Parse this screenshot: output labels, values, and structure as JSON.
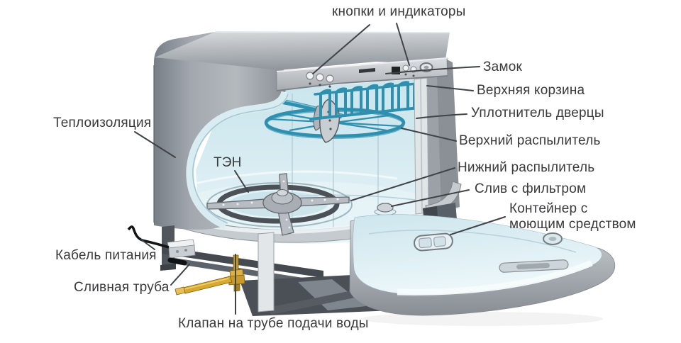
{
  "diagram": {
    "subject": "dishwasher-cutaway-parts-diagram",
    "labels": {
      "buttons_indicators": "кнопки и индикаторы",
      "lock": "Замок",
      "upper_basket": "Верхняя корзина",
      "door_seal": "Уплотнитель дверцы",
      "upper_sprayer": "Верхний распылитель",
      "lower_sprayer": "Нижний распылитель",
      "drain_filter": "Слив с фильтром",
      "detergent_container": "Контейнер с\nмоющим средством",
      "insulation": "Теплоизоляция",
      "heating_element": "ТЭН",
      "power_cable": "Кабель питания",
      "drain_pipe": "Сливная труба",
      "inlet_valve": "Клапан на трубе подачи воды"
    },
    "colors": {
      "background": "#ffffff",
      "body_gray": "#9aa0a6",
      "interior_blue": "#d9edf2",
      "rack_teal": "#2f8fae",
      "pipe_brass": "#d8a92f",
      "label_text": "#3a3a3c",
      "leader_line": "#3f4347"
    }
  }
}
